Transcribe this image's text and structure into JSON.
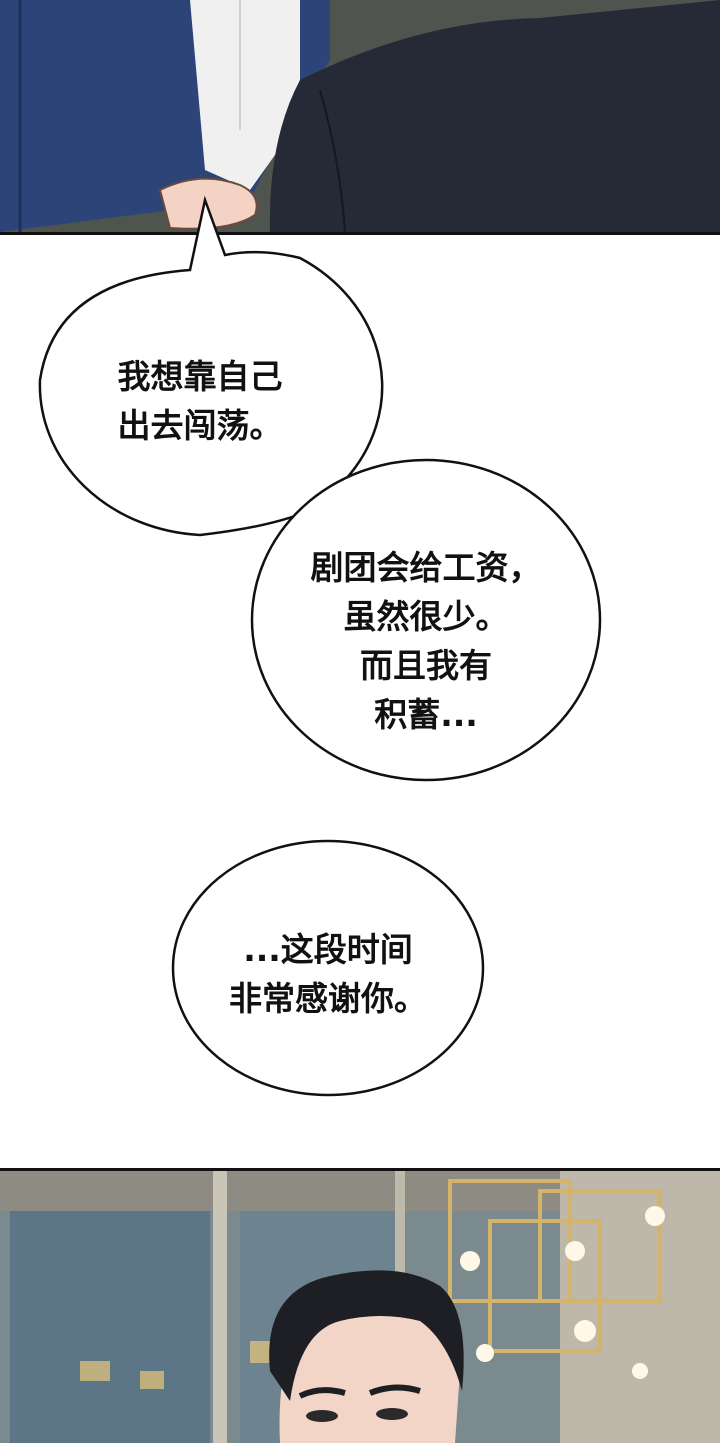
{
  "panels": {
    "top": {
      "description_name": "panel-top-illustration"
    },
    "bottom": {
      "description_name": "panel-bottom-illustration"
    }
  },
  "bubbles": [
    {
      "lines": [
        "我想靠自己",
        "出去闯荡。"
      ]
    },
    {
      "lines": [
        "剧团会给工资，",
        "虽然很少。",
        "而且我有",
        "积蓄..."
      ]
    },
    {
      "lines": [
        "...这段时间",
        "非常感谢你。"
      ]
    }
  ]
}
